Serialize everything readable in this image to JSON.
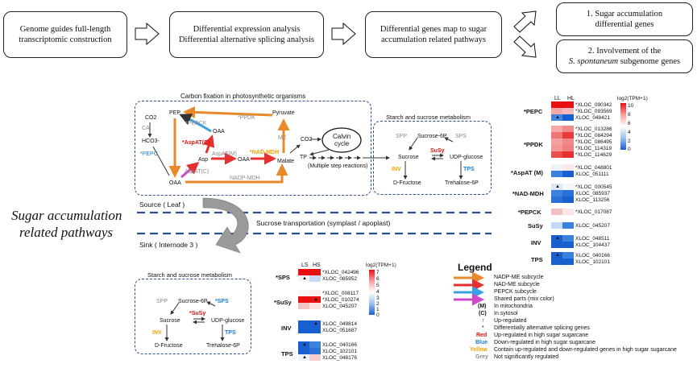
{
  "flow": {
    "box1": [
      "Genome guides full-length",
      "transcriptomic construction"
    ],
    "box2": [
      "Differential expression analysis",
      "Differential alternative splicing analysis"
    ],
    "box3": [
      "Differential genes map to sugar",
      "accumulation related pathways"
    ],
    "box4": [
      "1. Sugar accumulation",
      "differential genes"
    ],
    "box5": [
      "2. Involvement of the",
      "S. spontaneum subgenome genes"
    ]
  },
  "side_title": [
    "Sugar accumulation",
    "related pathways"
  ],
  "carbon": {
    "title": "Carbon fixation in photosynthetic organisms",
    "pep": "PEP",
    "pyruvate": "Pyruvate",
    "co2": "CO2",
    "ca": "CA",
    "hco3": "HCO3-",
    "pepc": "*PEPC",
    "pepck": "*PEPCK",
    "ppdk": "*PPDK",
    "oaa": "OAA",
    "aspat_c_red": "*AspAT(C)",
    "asp": "Asp",
    "aspat_m": "AspAT(M)",
    "aspat_c": "AspAT(C)",
    "nad_mdh": "*NAD-MDH",
    "me": "ME",
    "malate": "Malate",
    "nadp_mdh": "NADP-MDH",
    "oaa_left": "OAA",
    "oaa_mid": "OAA",
    "co2_right": "CO2",
    "calvin": [
      "Calvin",
      "cycle"
    ],
    "tp": "TP",
    "multistep": "(Multiple step reactions)"
  },
  "starch_top": {
    "title": "Starch and sucrose metabolism",
    "spp": "SPP",
    "sucrose6p": "Sucrose-6P",
    "sps": "SPS",
    "sucrose": "Sucrose",
    "susy": "SuSy",
    "udp": "UDP-glucose",
    "inv": "INV",
    "tps": "TPS",
    "fructose": "D-Fructose",
    "trehalose": "Trehalose-6P"
  },
  "starch_bottom": {
    "title": "Starch and sucrose metabolism",
    "spp": "SPP",
    "sucrose6p": "Sucrose-6P",
    "sps": "*SPS",
    "sucrose": "Sucrose",
    "susy": "*SuSy",
    "udp": "UDP-glucose",
    "inv": "INV",
    "tps": "TPS",
    "fructose": "D-Fructose",
    "trehalose": "Trehalose-6P"
  },
  "transport": {
    "source": "Source ( Leaf )",
    "middle": "Sucrose transportation (symplast / apoplast)",
    "sink": "Sink ( Internode 3 )"
  },
  "heat_right": {
    "col1": "LL",
    "col2": "HL",
    "scale_title": "log2(TPM+1)",
    "scale_ticks": [
      "10",
      "8",
      "6",
      "4",
      "2",
      "0"
    ],
    "groups": [
      {
        "label": "*PEPC",
        "rows": [
          "*XLOC_090342",
          "*XLOC_093569",
          "XLOC_048421"
        ]
      },
      {
        "label": "*PPDK",
        "rows": [
          "*XLOC_013286",
          "*XLOC_084294",
          "*XLOC_086495",
          "*XLOC_114319",
          "*XLOC_114629"
        ]
      },
      {
        "label": "*AspAT (M)",
        "rows": [
          "*XLOC_048801",
          "XLOC_051111"
        ]
      },
      {
        "label": "*NAD-MDH",
        "rows": [
          "*XLOC_000545",
          "XLOC_085937",
          "XLOC_113256"
        ]
      },
      {
        "label": "*PEPCK",
        "rows": [
          "*XLOC_017087"
        ]
      },
      {
        "label": "SuSy",
        "rows": [
          "XLOC_045207"
        ]
      },
      {
        "label": "INV",
        "rows": [
          "XLOC_048511",
          "XLOC_104437"
        ]
      },
      {
        "label": "TPS",
        "rows": [
          "XLOC_040166",
          "XLOC_102101"
        ]
      }
    ]
  },
  "heat_bottom": {
    "col1": "LS",
    "col2": "HS",
    "scale_title": "log2(TPM+1)",
    "scale_ticks": [
      "7",
      "6",
      "5",
      "4",
      "3",
      "2",
      "1",
      "0"
    ],
    "groups": [
      {
        "label": "*SPS",
        "rows": [
          "*XLOC_042496",
          "XLOC_085952"
        ]
      },
      {
        "label": "*SuSy",
        "rows": [
          "*XLOC_008117",
          "*XLOC_010274",
          "XLOC_045207"
        ]
      },
      {
        "label": "INV",
        "rows": [
          "XLOC_049814",
          "XLOC_051687"
        ]
      },
      {
        "label": "TPS",
        "rows": [
          "XLOC_040166",
          "XLOC_102101",
          "XLOC_048176"
        ]
      }
    ]
  },
  "legend": {
    "title": "Legend",
    "items": [
      {
        "mark": "orange-arrow",
        "text": "NADP-ME subcycle"
      },
      {
        "mark": "red-arrow",
        "text": "NAD-ME subcycle"
      },
      {
        "mark": "blue-arrow",
        "text": "PEPCK subcycle"
      },
      {
        "mark": "pink-arrow",
        "text": "Shared parts (mix color)"
      },
      {
        "mark": "(M)",
        "text": "In mitochondria"
      },
      {
        "mark": "(C)",
        "text": "In sytosol"
      },
      {
        "mark": "↑",
        "text": "Up-regulated"
      },
      {
        "mark": "*",
        "text": "Differentially alternative splicing genes"
      },
      {
        "mark": "Red",
        "text": "Up-regulated in high sugar sugarcane"
      },
      {
        "mark": "Blue",
        "text": "Down-regulated in high sugar sugarcane"
      },
      {
        "mark": "Yellow",
        "text": "Contain up-regulated and down-regulated genes in high sugar sugarcane"
      },
      {
        "mark": "Grey",
        "text": "Not significantly regulated"
      }
    ]
  },
  "colors": {
    "red": "#e01010",
    "blue": "#1a7ad0",
    "yellow": "#e8a400",
    "grey": "#8a8a8a",
    "orange": "#e8892a",
    "pink": "#d048c8",
    "dash": "#2f4f8f"
  }
}
